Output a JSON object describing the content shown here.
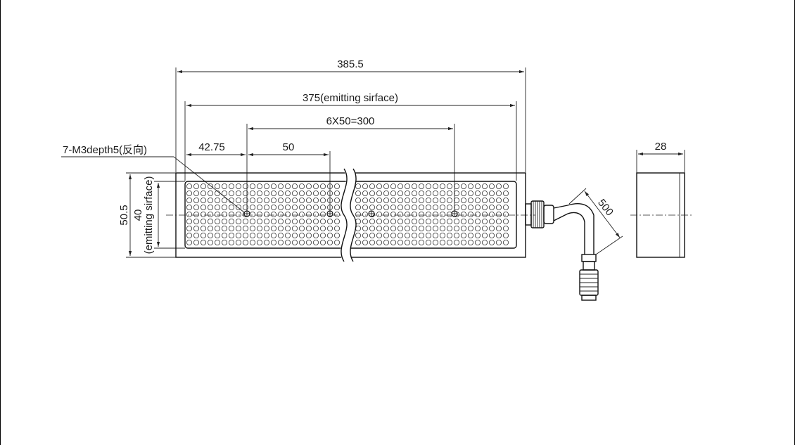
{
  "dimensions": {
    "overall_length": "385.5",
    "emitting_length": "375(emitting sirface)",
    "hole_pitch_total": "6X50=300",
    "first_hole_offset": "42.75",
    "hole_pitch": "50",
    "thread_note": "7-M3depth5(反向)",
    "overall_height": "50.5",
    "emitting_height": "40",
    "emitting_height_note": "(emitting sirface)",
    "cable_length": "500",
    "side_width": "28"
  }
}
